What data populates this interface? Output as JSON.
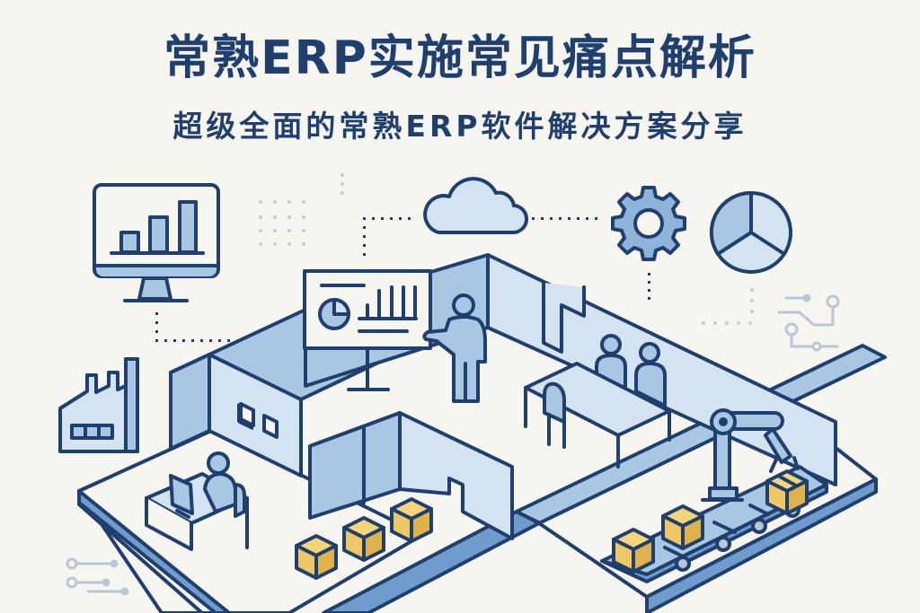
{
  "header": {
    "title": "常熟ERP实施常见痛点解析",
    "subtitle": "超级全面的常熟ERP软件解决方案分享"
  },
  "palette": {
    "background": "#f7f5f0",
    "outline": "#1f3f6e",
    "blue_light": "#d3e3f1",
    "blue_mid": "#a9c7e3",
    "blue_dark": "#6f9ccc",
    "box_yellow": "#efc865",
    "box_yellow_dark": "#e0b24a",
    "decor_gray": "#b7c7d8"
  },
  "illustration": {
    "icons": [
      "monitor-bar-chart-icon",
      "cloud-icon",
      "gear-icon",
      "pie-chart-icon",
      "factory-icon",
      "circuit-decoration-icon"
    ],
    "scenes": [
      "presenter-with-whiteboard",
      "meeting-table-with-two-people",
      "worker-at-computer-desk",
      "stacked-yellow-boxes",
      "robot-arm-conveyor-belt"
    ]
  }
}
